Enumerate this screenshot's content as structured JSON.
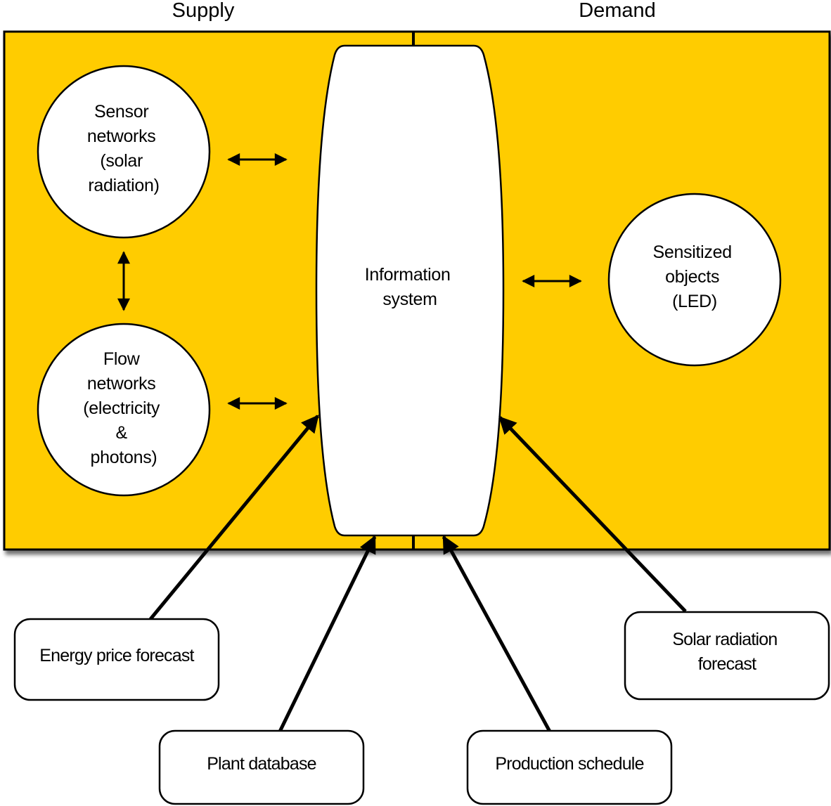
{
  "colors": {
    "panel_fill": "#FFCC00",
    "stroke": "#000000",
    "node_fill": "#FFFFFF",
    "background": "#FFFFFF"
  },
  "headers": {
    "supply": "Supply",
    "demand": "Demand"
  },
  "nodes": {
    "sensor_networks": [
      "Sensor",
      "networks",
      "(solar",
      "radiation)"
    ],
    "flow_networks": [
      "Flow",
      "networks",
      "(electricity",
      "&",
      "photons)"
    ],
    "information_system": [
      "Information",
      "system"
    ],
    "sensitized_objects": [
      "Sensitized",
      "objects",
      "(LED)"
    ]
  },
  "sources": {
    "energy_price_forecast": [
      "Energy price forecast"
    ],
    "plant_database": [
      "Plant database"
    ],
    "production_schedule": [
      "Production schedule"
    ],
    "solar_radiation_forecast": [
      "Solar radiation",
      "forecast"
    ]
  },
  "connections": [
    {
      "from": "sensor_networks",
      "to": "information_system",
      "type": "bidirectional"
    },
    {
      "from": "flow_networks",
      "to": "information_system",
      "type": "bidirectional"
    },
    {
      "from": "sensor_networks",
      "to": "flow_networks",
      "type": "bidirectional"
    },
    {
      "from": "information_system",
      "to": "sensitized_objects",
      "type": "bidirectional"
    },
    {
      "from": "energy_price_forecast",
      "to": "information_system",
      "type": "directed"
    },
    {
      "from": "plant_database",
      "to": "information_system",
      "type": "directed"
    },
    {
      "from": "production_schedule",
      "to": "information_system",
      "type": "directed"
    },
    {
      "from": "solar_radiation_forecast",
      "to": "information_system",
      "type": "directed"
    }
  ]
}
